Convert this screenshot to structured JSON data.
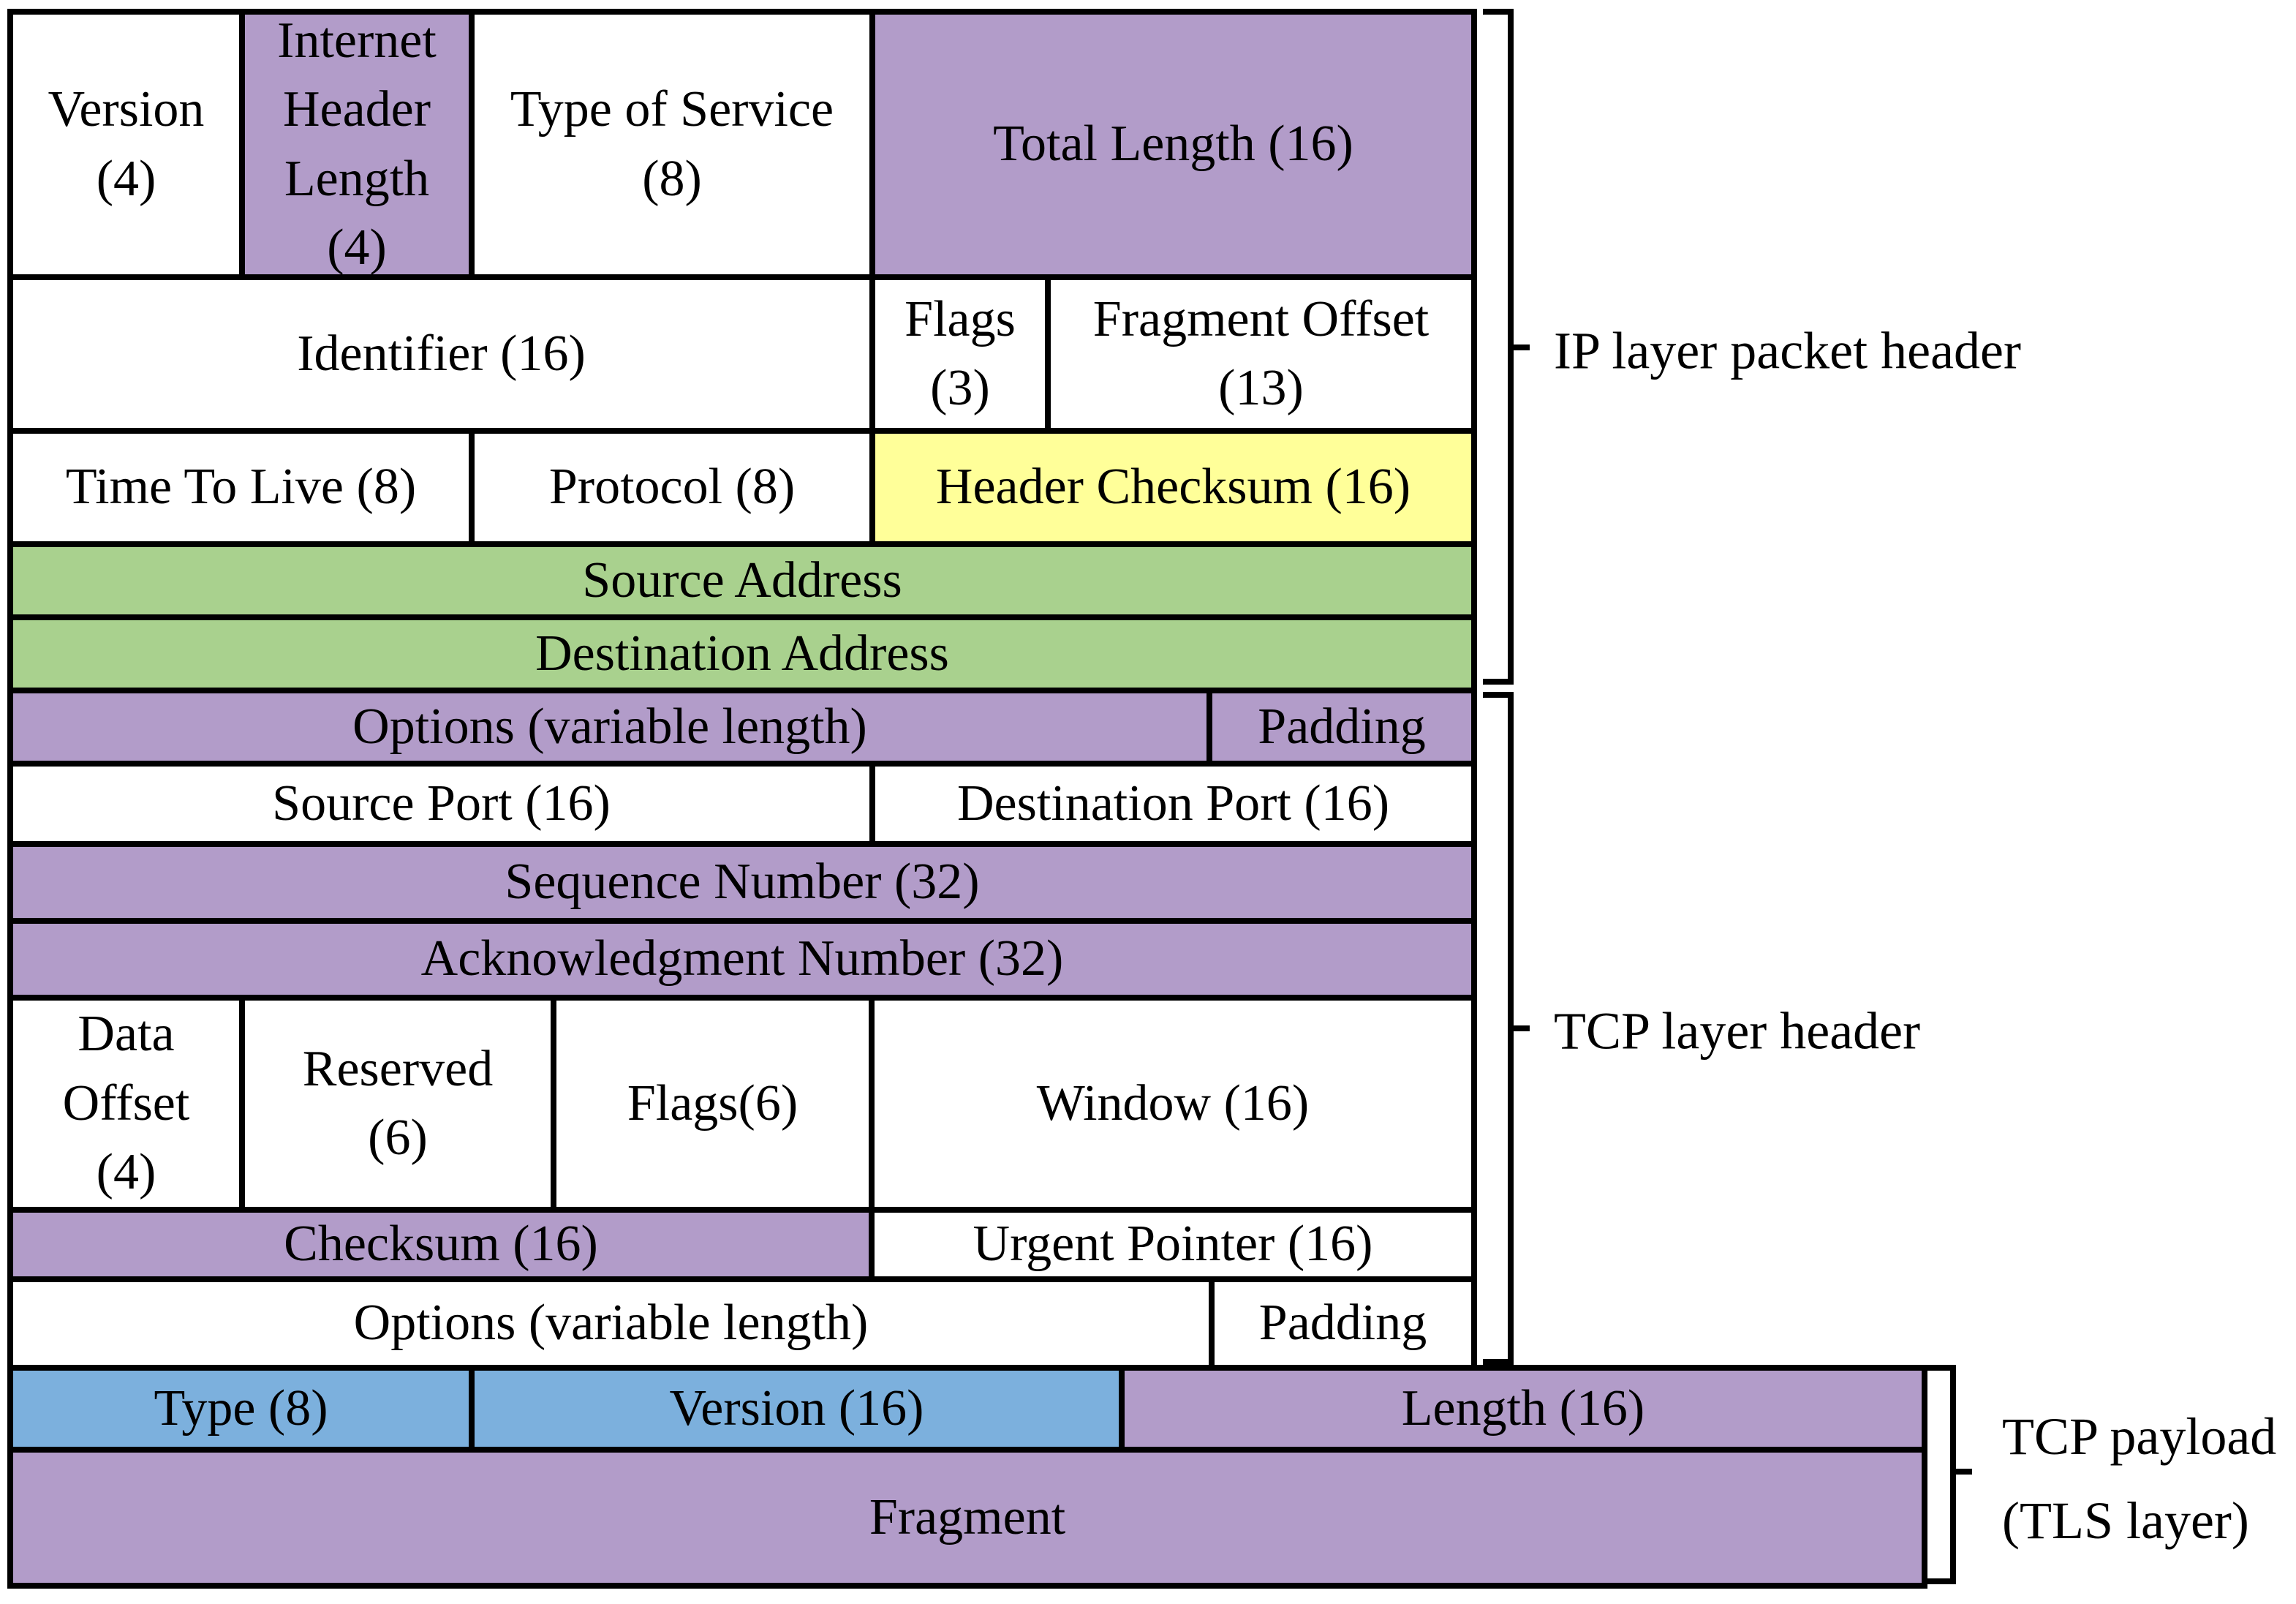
{
  "palette": {
    "white": "#ffffff",
    "purple": "#b29cc9",
    "green": "#a9d18e",
    "yellow": "#ffff99",
    "blue": "#7cb0dd",
    "line": "#000000"
  },
  "diagram": {
    "ip_tcp_rows": [
      {
        "cells": [
          {
            "label": "Version\n(4)",
            "color": "white"
          },
          {
            "label": "Internet\nHeader\nLength\n(4)",
            "color": "purple"
          },
          {
            "label": "Type of Service\n(8)",
            "color": "white"
          },
          {
            "label": "Total Length (16)",
            "color": "purple"
          }
        ]
      },
      {
        "cells": [
          {
            "label": "Identifier (16)",
            "color": "white"
          },
          {
            "label": "Flags\n(3)",
            "color": "white"
          },
          {
            "label": "Fragment Offset\n(13)",
            "color": "white"
          }
        ]
      },
      {
        "cells": [
          {
            "label": "Time To Live (8)",
            "color": "white"
          },
          {
            "label": "Protocol (8)",
            "color": "white"
          },
          {
            "label": "Header Checksum (16)",
            "color": "yellow"
          }
        ]
      },
      {
        "cells": [
          {
            "label": "Source Address",
            "color": "green"
          }
        ]
      },
      {
        "cells": [
          {
            "label": "Destination Address",
            "color": "green"
          }
        ]
      },
      {
        "cells": [
          {
            "label": "Options (variable length)",
            "color": "purple"
          },
          {
            "label": "Padding",
            "color": "purple"
          }
        ]
      },
      {
        "cells": [
          {
            "label": "Source Port (16)",
            "color": "white"
          },
          {
            "label": "Destination Port (16)",
            "color": "white"
          }
        ]
      },
      {
        "cells": [
          {
            "label": "Sequence Number (32)",
            "color": "purple"
          }
        ]
      },
      {
        "cells": [
          {
            "label": "Acknowledgment Number (32)",
            "color": "purple"
          }
        ]
      },
      {
        "cells": [
          {
            "label": "Data\nOffset\n(4)",
            "color": "white"
          },
          {
            "label": "Reserved\n(6)",
            "color": "white"
          },
          {
            "label": "Flags(6)",
            "color": "white"
          },
          {
            "label": "Window (16)",
            "color": "white"
          }
        ]
      },
      {
        "cells": [
          {
            "label": "Checksum (16)",
            "color": "purple"
          },
          {
            "label": "Urgent Pointer (16)",
            "color": "white"
          }
        ]
      },
      {
        "cells": [
          {
            "label": "Options (variable length)",
            "color": "white"
          },
          {
            "label": "Padding",
            "color": "white"
          }
        ]
      }
    ],
    "tls_rows": [
      {
        "cells": [
          {
            "label": "Type (8)",
            "color": "blue"
          },
          {
            "label": "Version (16)",
            "color": "blue"
          },
          {
            "label": "Length (16)",
            "color": "purple"
          }
        ]
      },
      {
        "cells": [
          {
            "label": "Fragment",
            "color": "purple"
          }
        ]
      }
    ],
    "brackets": [
      {
        "label": "IP layer packet header"
      },
      {
        "label": "TCP layer header"
      },
      {
        "label": "TCP payload\n(TLS layer)"
      }
    ]
  }
}
